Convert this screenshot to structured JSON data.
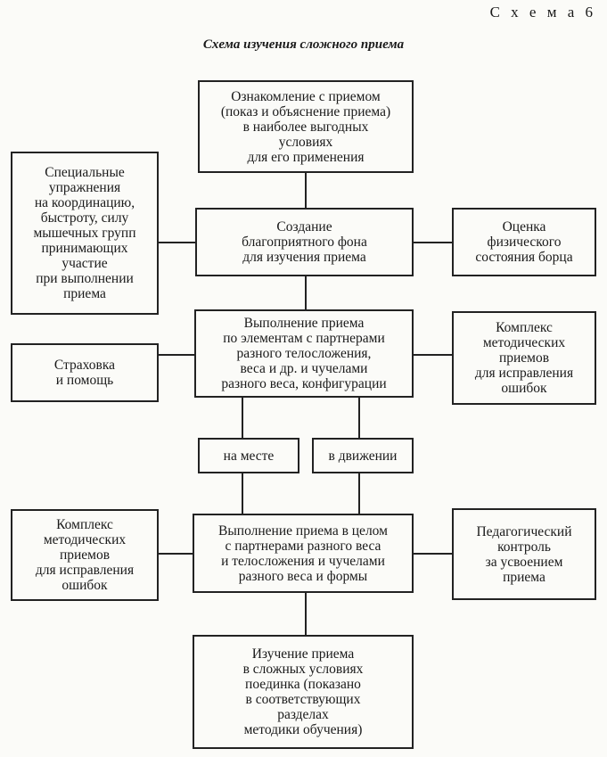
{
  "header": {
    "scheme_label": "С х е м а  6",
    "title": "Схема изучения сложного приема"
  },
  "boxes": {
    "acquaint": "Ознакомление с приемом\n(показ и объяснение приема)\nв наиболее выгодных\nусловиях\nдля его применения",
    "special_exercises": "Специальные\nупражнения\nна координацию,\nбыстроту, силу\nмышечных групп\nпринимающих\nучастие\nпри выполнении\nприема",
    "background": "Создание\nблагоприятного фона\nдля изучения приема",
    "physical_state": "Оценка\nфизического\nсостояния борца",
    "safety": "Страховка\nи помощь",
    "elements": "Выполнение приема\nпо элементам с партнерами\nразного телосложения,\nвеса и др. и чучелами\nразного веса, конфигурации",
    "methodical_1": "Комплекс\nметодических\nприемов\nдля исправления\nошибок",
    "in_place": "на месте",
    "in_motion": "в движении",
    "methodical_2": "Комплекс\nметодических\nприемов\nдля исправления\nошибок",
    "whole": "Выполнение приема в целом\nс партнерами разного веса\nи телосложения и чучелами\nразного веса и формы",
    "pedagogical": "Педагогический\nконтроль\nза усвоением\nприема",
    "complex_conditions": "Изучение приема\nв сложных условиях\nпоединка (показано\nв соответствующих\nразделах\nметодики обучения)"
  }
}
